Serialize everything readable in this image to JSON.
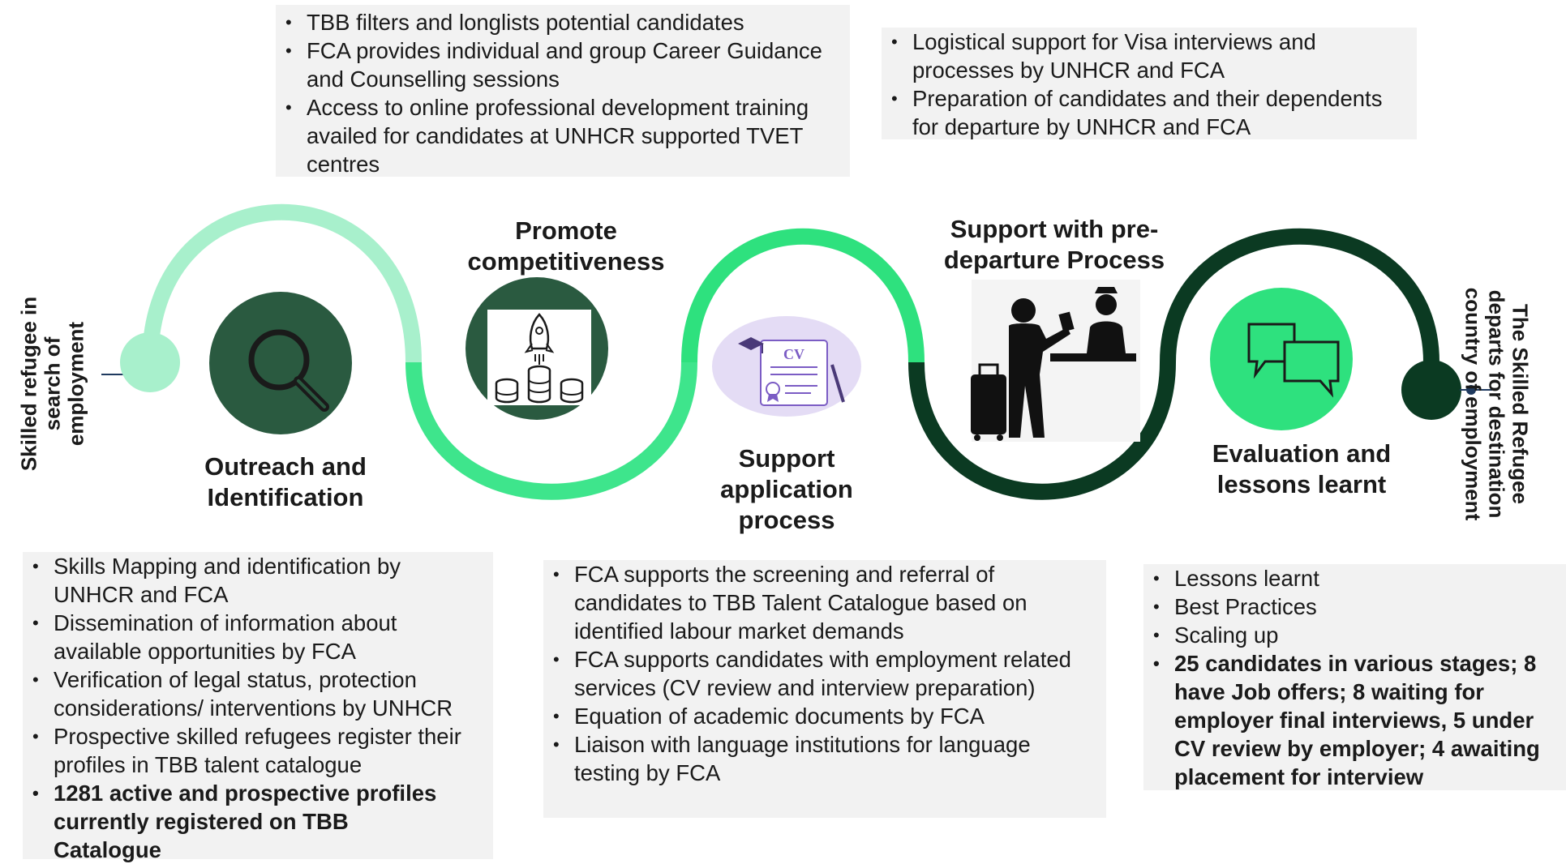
{
  "top_left_box": {
    "items": [
      "TBB filters and longlists potential candidates",
      "FCA provides individual and group Career Guidance and Counselling sessions",
      "Access to online professional development training availed for candidates at UNHCR supported TVET centres"
    ]
  },
  "top_right_box": {
    "items": [
      "Logistical support  for Visa interviews and processes by UNHCR and FCA",
      "Preparation of candidates and their dependents for departure by UNHCR and FCA"
    ]
  },
  "stages": {
    "start_label": "Skilled refugee in search of employment",
    "outreach": "Outreach and Identification",
    "promote": "Promote competitiveness",
    "support_application": "Support application process",
    "predeparture": "Support with pre-departure Process",
    "evaluation": "Evaluation and lessons learnt",
    "end_label": "The Skilled Refugee departs for destination country of employment"
  },
  "icons": {
    "outreach": "magnifier-icon",
    "promote": "rocket-coins-icon",
    "application": "cv-document-icon",
    "predeparture": "traveler-officer-icon",
    "evaluation": "chat-bubbles-icon"
  },
  "bottom_left_box": {
    "items": [
      "Skills Mapping and identification by UNHCR and FCA",
      "Dissemination of information about available opportunities by FCA",
      "Verification of legal status, protection considerations/ interventions by UNHCR",
      "Prospective skilled refugees register their profiles in TBB talent catalogue"
    ],
    "bold_item": "1281 active and prospective profiles currently registered on TBB Catalogue"
  },
  "bottom_mid_box": {
    "items": [
      "FCA supports the screening and referral of candidates to TBB  Talent Catalogue based on identified labour market demands",
      "FCA supports candidates with employment related services (CV review and interview preparation)",
      "Equation of academic documents by FCA",
      "Liaison with language institutions for language testing by FCA"
    ]
  },
  "bottom_right_box": {
    "items": [
      "Lessons learnt",
      "Best Practices",
      "Scaling up"
    ],
    "bold_item": "25 candidates in various stages; 8 have Job offers; 8 waiting for employer final interviews, 5 under CV review by employer; 4 awaiting placement for interview"
  },
  "colors": {
    "mint": "#a8f0cc",
    "green": "#3ee58c",
    "dark_green": "#0b3a22",
    "forest": "#2a5a40",
    "box_bg": "#f2f2f2"
  }
}
